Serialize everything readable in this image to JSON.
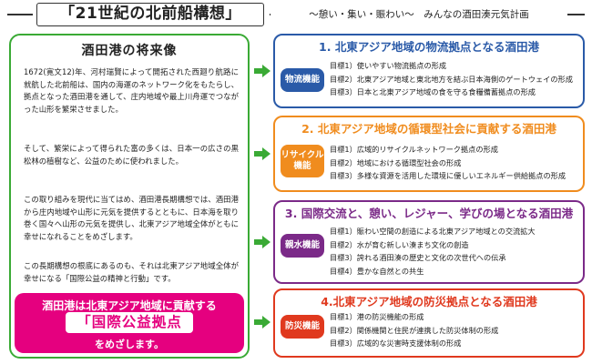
{
  "header": {
    "title": "「21世紀の北前船構想」",
    "subtitle": "〜憩い・集い・賑わい〜　みんなの酒田湊元気計画"
  },
  "left": {
    "title": "酒田港の将来像",
    "paragraphs": [
      "1672(寛文12)年、河村瑞賢によって開拓された西廻り航路に就航した北前船は、国内の海運のネットワーク化をもたらし、拠点となった酒田港を通して、庄内地域や最上川舟運でつながった山形を繁栄させました。",
      "そして、繁栄によって得られた富の多くは、日本一の広さの黒松林の植樹など、公益のために使われました。",
      "この取り組みを現代に当てはめ、酒田港長期構想では、酒田港から庄内地域や山形に元気を提供するとともに、日本海を取り巻く国々へ山形の元気を提供し、北東アジア地域全体がともに幸せになれることをめざします。",
      "この長期構想の根底にあるのも、それは北東アジア地域全体が幸せになる「国際公益の精神と行動」です。"
    ],
    "goal": {
      "line1": "酒田港は北東アジア地域に貢献する",
      "badge": "「国際公益拠点港」",
      "line3": "をめざします。"
    }
  },
  "panels": [
    {
      "title": "1. 北東アジア地域の物流拠点となる酒田港",
      "badge": "物流機能",
      "items": [
        "目標1）使いやすい物流拠点の形成",
        "目標2）北東アジア地域と東北地方を結ぶ日本海側のゲートウェイの形成",
        "目標3）日本と北東アジア地域の食を守る食糧備蓄拠点の形成"
      ]
    },
    {
      "title": "2. 北東アジア地域の循環型社会に貢献する酒田港",
      "badge": "リサイクル機能",
      "items": [
        "目標1）広域的リサイクルネットワーク拠点の形成",
        "目標2）地域における循環型社会の形成",
        "目標3）多様な資源を活用した環境に優しいエネルギー供給拠点の形成"
      ]
    },
    {
      "title": "3. 国際交流と、憩い、レジャー、学びの場となる酒田港",
      "badge": "親水機能",
      "items": [
        "目標1）賑わい空間の創造による北東アジア地域との交流拡大",
        "目標2）水が育む新しい湊まち文化の創造",
        "目標3）誇れる酒田湊の歴史と文化の次世代への伝承",
        "目標4）豊かな自然との共生"
      ]
    },
    {
      "title": "4.北東アジア地域の防災拠点となる酒田港",
      "badge": "防災機能",
      "items": [
        "目標1）港の防災機能の形成",
        "目標2）関係機関と住民が連携した防災体制の形成",
        "目標3）広域的な災害時支援体制の形成"
      ]
    }
  ],
  "colors": {
    "green": "#3aaa35",
    "magenta": "#e5007f",
    "blue": "#2a5aa8",
    "orange": "#f08c1e",
    "purple": "#7b2a88",
    "red": "#e0391e"
  }
}
